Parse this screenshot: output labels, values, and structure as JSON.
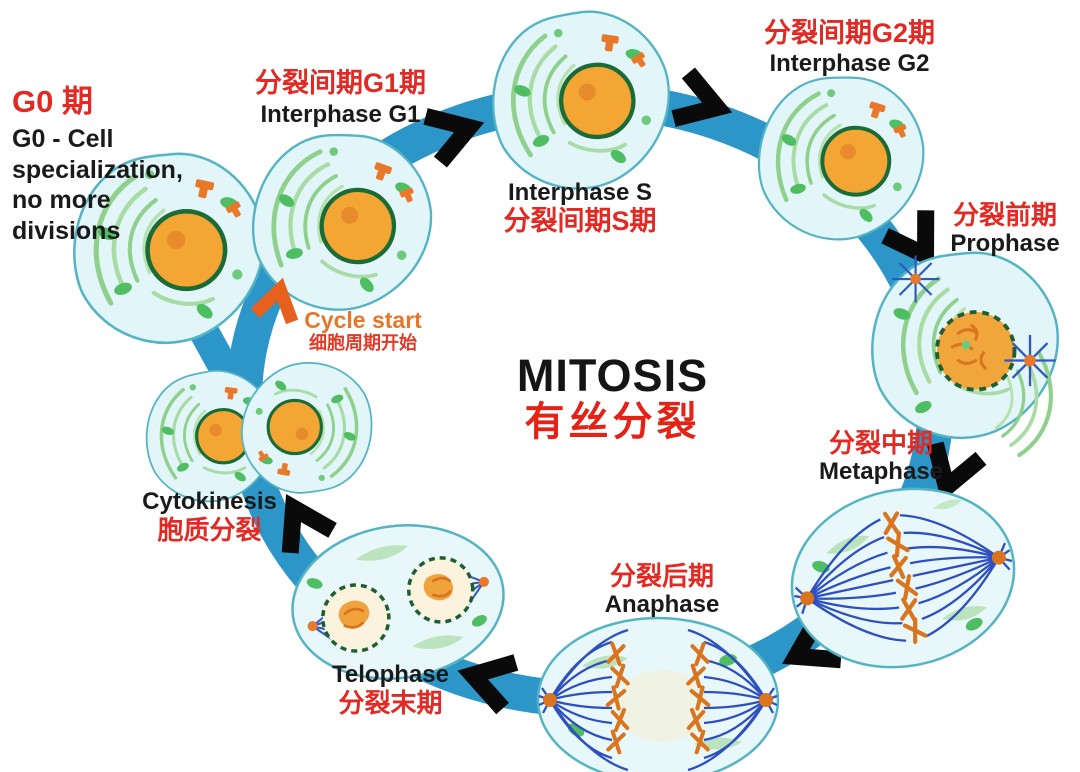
{
  "title": {
    "en": "MITOSIS",
    "zh": "有丝分裂"
  },
  "cycle_start": {
    "en": "Cycle start",
    "zh": "细胞周期开始"
  },
  "stages": {
    "g0": {
      "zh": "G0 期",
      "en": "G0 - Cell specialization, no more divisions"
    },
    "g1": {
      "zh": "分裂间期G1期",
      "en": "Interphase G1"
    },
    "s": {
      "en": "Interphase S",
      "zh": "分裂间期S期"
    },
    "g2": {
      "zh": "分裂间期G2期",
      "en": "Interphase G2"
    },
    "prophase": {
      "zh": "分裂前期",
      "en": "Prophase"
    },
    "metaphase": {
      "zh": "分裂中期",
      "en": "Metaphase"
    },
    "anaphase": {
      "zh": "分裂后期",
      "en": "Anaphase"
    },
    "telophase": {
      "en": "Telophase",
      "zh": "分裂末期"
    },
    "cytokinesis": {
      "en": "Cytokinesis",
      "zh": "胞质分裂"
    }
  },
  "colors": {
    "band_blue": "#2D96C9",
    "label_red": "#E12A24",
    "label_black": "#1A1A1A",
    "cycle_start_orange": "#E5772B",
    "cycle_start_arrow": "#E8611C",
    "arrow_black": "#0A0A0A",
    "cell_fill": "#E2F5F8",
    "nucleus_orange": "#F4A634",
    "nucleus_border_green": "#1B6B36",
    "spindle_blue": "#2E4FC0",
    "chromosome_orange": "#D9751F"
  }
}
